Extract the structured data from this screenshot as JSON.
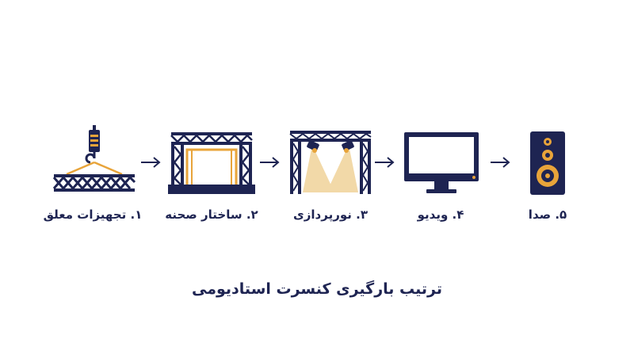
{
  "colors": {
    "navy": "#1e2452",
    "orange": "#e8a43a",
    "light_beam": "#f2d9a8"
  },
  "steps": [
    {
      "label": "۱. تجهیزات معلق",
      "icon": "hanging-truss-hook-icon"
    },
    {
      "label": "۲. ساختار صحنه",
      "icon": "stage-truss-icon"
    },
    {
      "label": "۳. نورپردازی",
      "icon": "stage-lights-icon"
    },
    {
      "label": "۴. ویدیو",
      "icon": "video-monitor-icon"
    },
    {
      "label": "۵. صدا",
      "icon": "speaker-icon"
    }
  ],
  "title": "ترتیب بارگیری کنسرت استادیومی"
}
